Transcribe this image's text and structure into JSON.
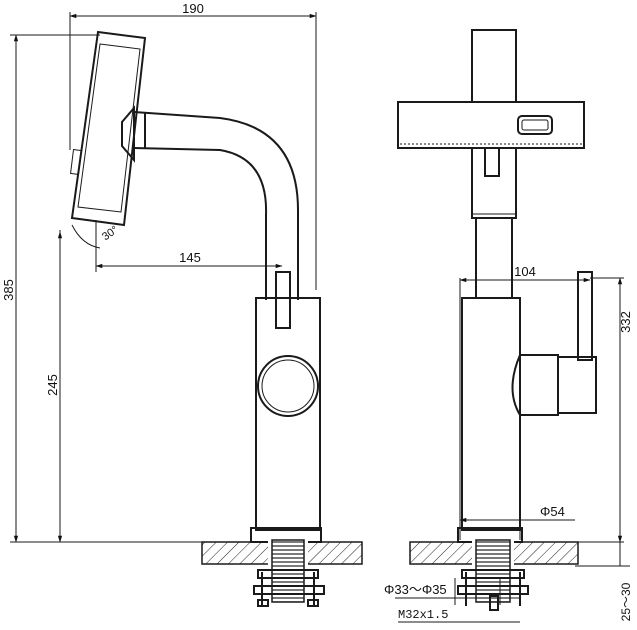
{
  "side_view": {
    "dim_width": "190",
    "dim_height": "385",
    "dim_spout_reach": "145",
    "dim_body_height": "245",
    "swivel_angle": "30°"
  },
  "front_view": {
    "dim_handle_offset": "104",
    "dim_handle_height": "332",
    "dim_base_diameter": "Φ54",
    "dim_hole_diameter": "Φ33～Φ35",
    "dim_thread": "M32x1.5",
    "dim_counter_thickness": "25～30"
  },
  "colors": {
    "line": "#1a1a1a",
    "background": "#ffffff"
  }
}
